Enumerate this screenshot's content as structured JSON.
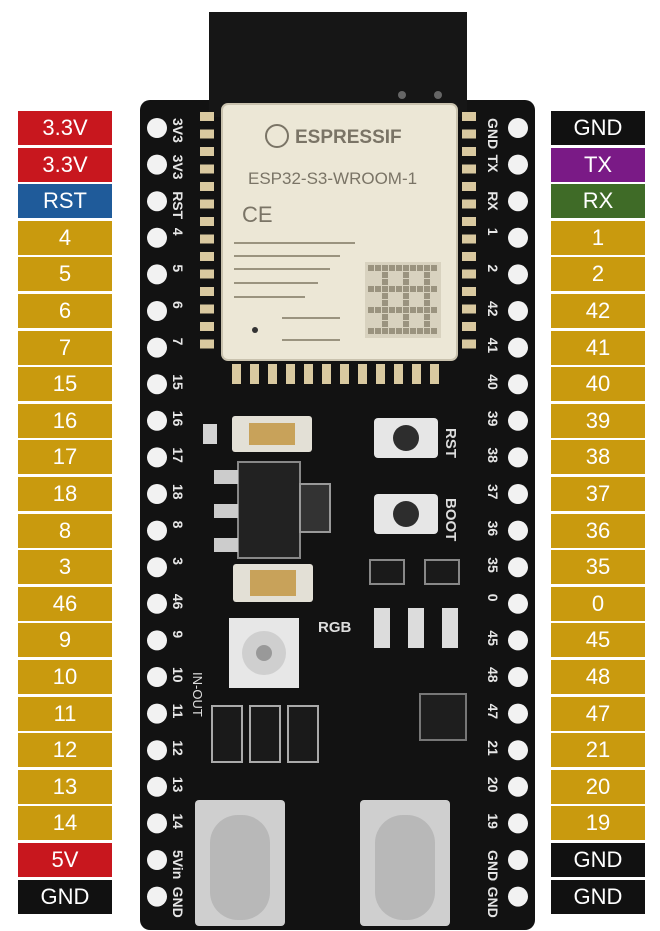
{
  "colors": {
    "gpio": "#C99A0E",
    "power": "#C8171E",
    "rst": "#1F5B9A",
    "gnd": "#111111",
    "tx": "#7A1A86",
    "rx": "#3F6B27",
    "board": "#121212",
    "module": "#ECE7D6"
  },
  "left_pins": [
    {
      "label": "3.3V",
      "kind": "power"
    },
    {
      "label": "3.3V",
      "kind": "power"
    },
    {
      "label": "RST",
      "kind": "rst"
    },
    {
      "label": "4",
      "kind": "gpio"
    },
    {
      "label": "5",
      "kind": "gpio"
    },
    {
      "label": "6",
      "kind": "gpio"
    },
    {
      "label": "7",
      "kind": "gpio"
    },
    {
      "label": "15",
      "kind": "gpio"
    },
    {
      "label": "16",
      "kind": "gpio"
    },
    {
      "label": "17",
      "kind": "gpio"
    },
    {
      "label": "18",
      "kind": "gpio"
    },
    {
      "label": "8",
      "kind": "gpio"
    },
    {
      "label": "3",
      "kind": "gpio"
    },
    {
      "label": "46",
      "kind": "gpio"
    },
    {
      "label": "9",
      "kind": "gpio"
    },
    {
      "label": "10",
      "kind": "gpio"
    },
    {
      "label": "11",
      "kind": "gpio"
    },
    {
      "label": "12",
      "kind": "gpio"
    },
    {
      "label": "13",
      "kind": "gpio"
    },
    {
      "label": "14",
      "kind": "gpio"
    },
    {
      "label": "5V",
      "kind": "power"
    },
    {
      "label": "GND",
      "kind": "gnd"
    }
  ],
  "right_pins": [
    {
      "label": "GND",
      "kind": "gnd"
    },
    {
      "label": "TX",
      "kind": "tx"
    },
    {
      "label": "RX",
      "kind": "rx"
    },
    {
      "label": "1",
      "kind": "gpio"
    },
    {
      "label": "2",
      "kind": "gpio"
    },
    {
      "label": "42",
      "kind": "gpio"
    },
    {
      "label": "41",
      "kind": "gpio"
    },
    {
      "label": "40",
      "kind": "gpio"
    },
    {
      "label": "39",
      "kind": "gpio"
    },
    {
      "label": "38",
      "kind": "gpio"
    },
    {
      "label": "37",
      "kind": "gpio"
    },
    {
      "label": "36",
      "kind": "gpio"
    },
    {
      "label": "35",
      "kind": "gpio"
    },
    {
      "label": "0",
      "kind": "gpio"
    },
    {
      "label": "45",
      "kind": "gpio"
    },
    {
      "label": "48",
      "kind": "gpio"
    },
    {
      "label": "47",
      "kind": "gpio"
    },
    {
      "label": "21",
      "kind": "gpio"
    },
    {
      "label": "20",
      "kind": "gpio"
    },
    {
      "label": "19",
      "kind": "gpio"
    },
    {
      "label": "GND",
      "kind": "gnd"
    },
    {
      "label": "GND",
      "kind": "gnd"
    }
  ],
  "board": {
    "left_silk": [
      "3V3",
      "3V3",
      "RST",
      "4",
      "5",
      "6",
      "7",
      "15",
      "16",
      "17",
      "18",
      "8",
      "3",
      "46",
      "9",
      "10",
      "11",
      "12",
      "13",
      "14",
      "5Vin",
      "GND"
    ],
    "right_silk": [
      "GND",
      "TX",
      "RX",
      "1",
      "2",
      "42",
      "41",
      "40",
      "39",
      "38",
      "37",
      "36",
      "35",
      "0",
      "45",
      "48",
      "47",
      "21",
      "20",
      "19",
      "GND",
      "GND"
    ],
    "module_brand": "ESPRESSIF",
    "module_name": "ESP32-S3-WROOM-1",
    "ce_mark": "CE",
    "rst_label": "RST",
    "boot_label": "BOOT",
    "rgb_label": "RGB",
    "in_out_label": "IN-OUT"
  }
}
